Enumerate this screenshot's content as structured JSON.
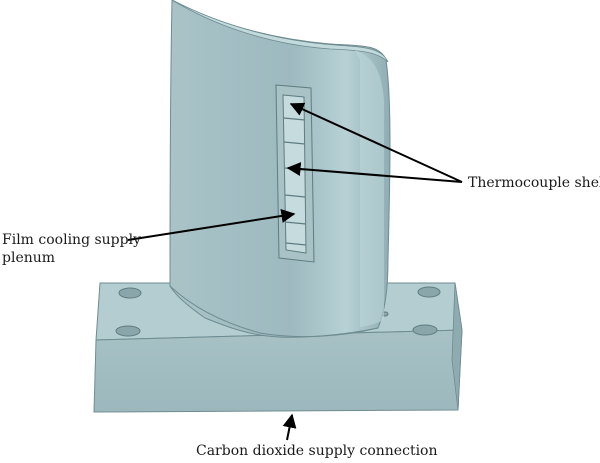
{
  "labels": {
    "thermocouple": "Thermocouple shelves",
    "film_cooling_line1": "Film cooling supply",
    "film_cooling_line2": "plenum",
    "co2": "Carbon dioxide supply connection"
  },
  "colors": {
    "model_light": "#b6cfd3",
    "model_mid": "#9fbcc1",
    "model_dark": "#7a9aa0",
    "edge": "#5f7c81",
    "arrow": "#000000"
  }
}
